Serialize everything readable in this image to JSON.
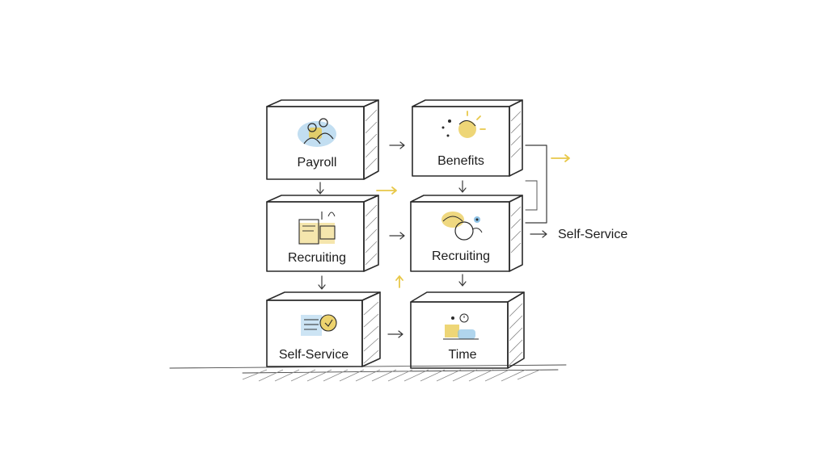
{
  "boxes": [
    {
      "label": "Payroll",
      "icon": "people-icon"
    },
    {
      "label": "Benefits",
      "icon": "sun-icon"
    },
    {
      "label": "Recruiting",
      "icon": "recruiting-board-icon"
    },
    {
      "label": "Recruiting",
      "icon": "globe-eye-icon"
    },
    {
      "label": "Self-Service",
      "icon": "document-clock-icon"
    },
    {
      "label": "Time",
      "icon": "desk-clock-icon"
    }
  ],
  "side_label": "Self-Service",
  "colors": {
    "ink": "#2a2a2a",
    "accent_yellow": "#e8c84a",
    "accent_blue": "#8fc3e6",
    "hatch": "#8a8a8a"
  }
}
